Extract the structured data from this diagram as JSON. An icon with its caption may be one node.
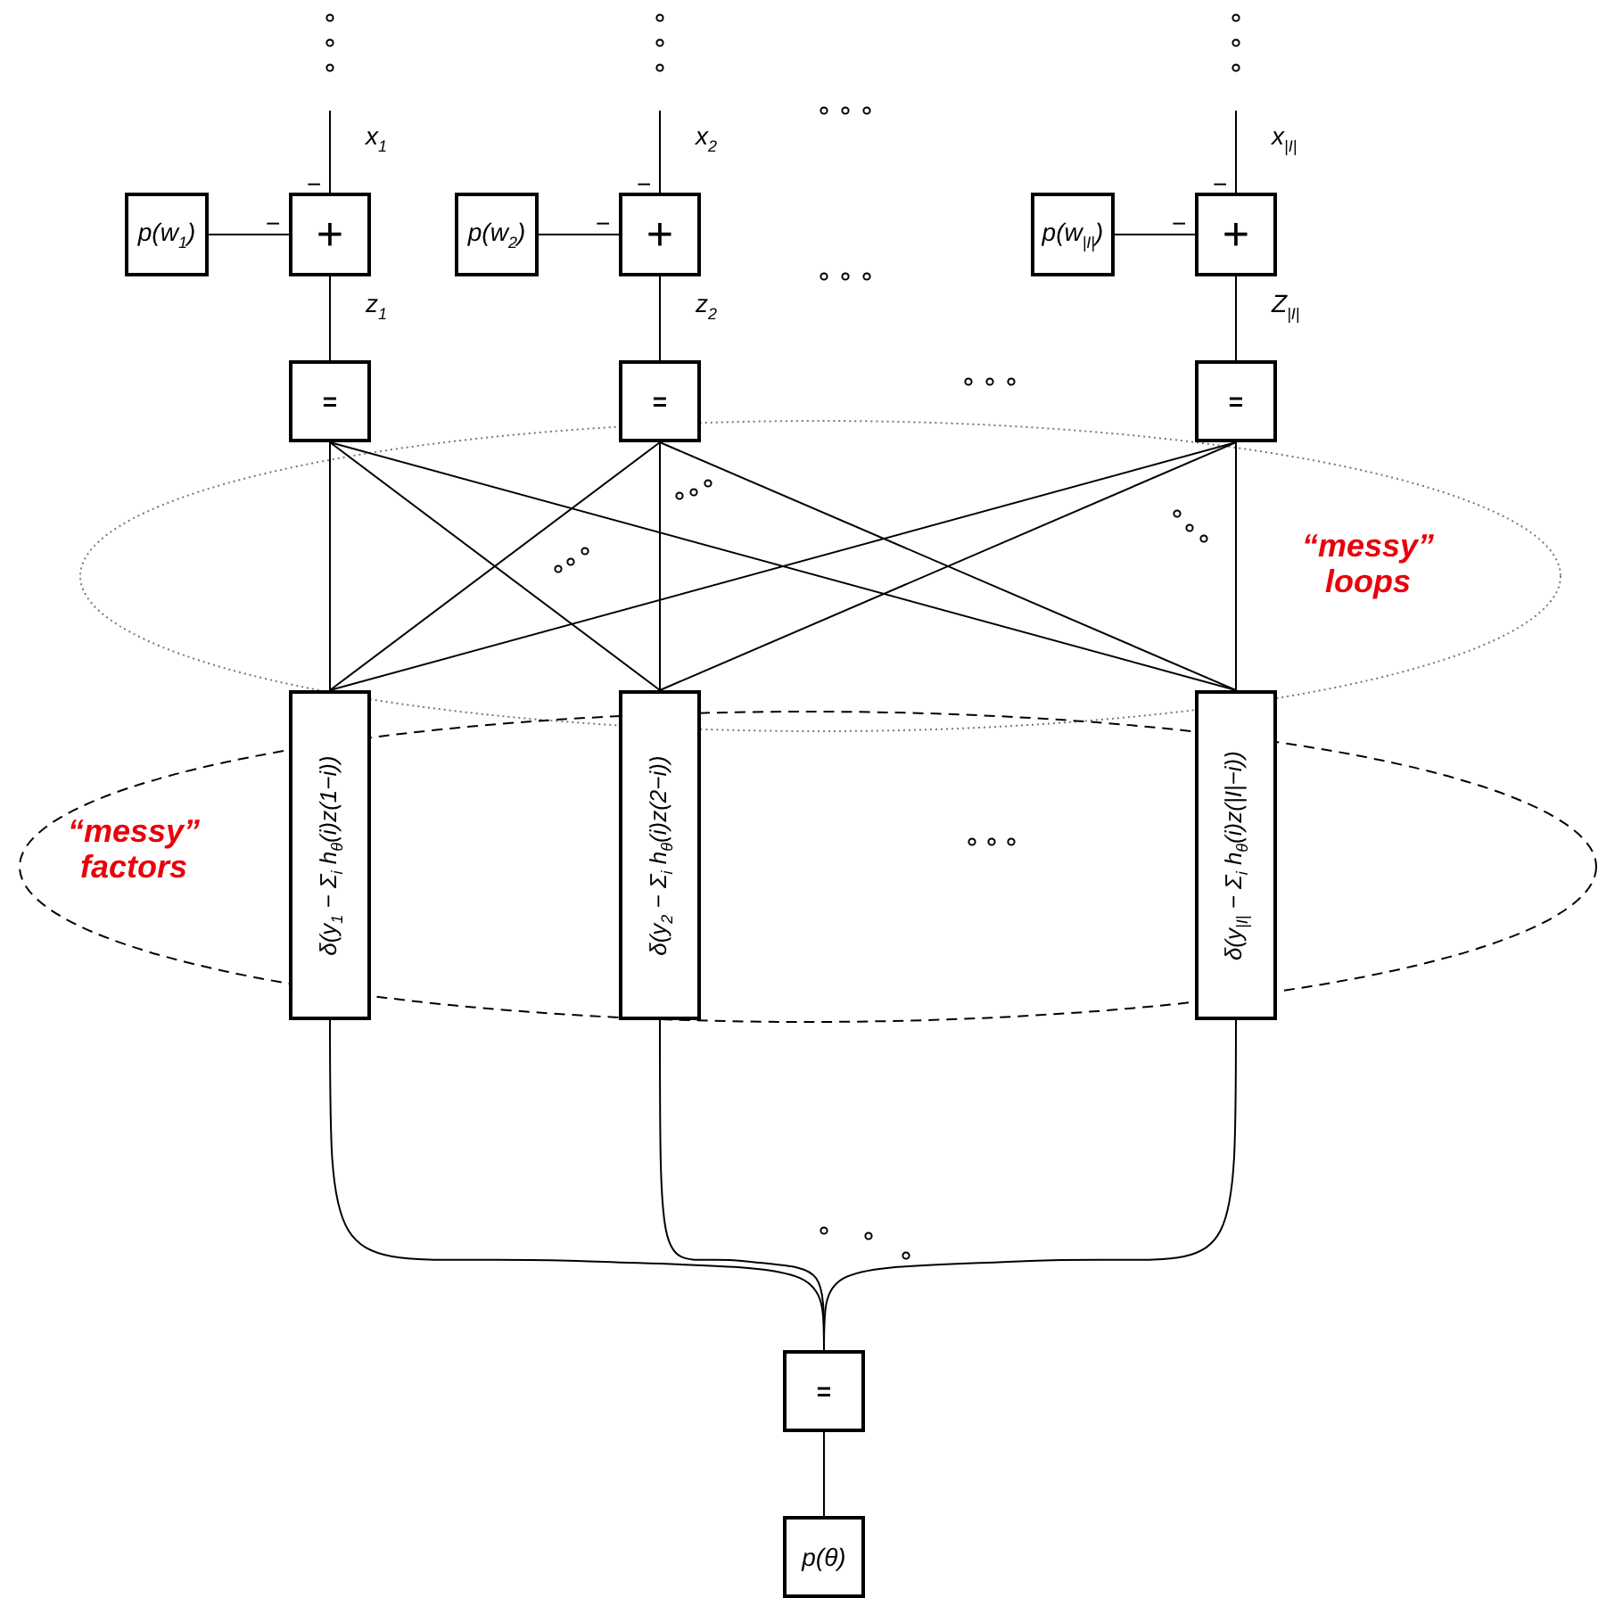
{
  "diagram": {
    "nodes": [
      {
        "text": [
          "p(w$_{1}$)"
        ]
      },
      {
        "text": [
          "+"
        ]
      },
      {
        "text": [
          "p(w$_{2}$)"
        ]
      },
      {
        "text": [
          "+"
        ]
      },
      {
        "text": [
          "p(w$_{|I|}$)"
        ]
      },
      {
        "text": [
          "+"
        ]
      },
      {
        "text": [
          "="
        ]
      },
      {
        "text": [
          "="
        ]
      },
      {
        "text": [
          "="
        ]
      },
      {
        "text": [
          "δ(y$_{1}$ − Σ$_{i}$ h$_{θ}$(i)z(1−i))"
        ]
      },
      {
        "text": [
          "δ(y$_{2}$ − Σ$_{i}$ h$_{θ}$(i)z(2−i))"
        ]
      },
      {
        "text": [
          "δ(y$_{|I|}$ − Σ$_{i}$ h$_{θ}$(i)z(|I|−i))"
        ]
      },
      {
        "text": [
          "="
        ]
      },
      {
        "text": [
          "p(θ)"
        ]
      }
    ],
    "edges": [
      {
        "from": null,
        "to": 1,
        "arrow": "none",
        "label": "x$_{1}$"
      },
      {
        "from": 0,
        "to": 1,
        "arrow": "none"
      },
      {
        "from": 1,
        "to": 6,
        "arrow": "none",
        "label": "z$_{1}$"
      },
      {
        "from": null,
        "to": 3,
        "arrow": "none",
        "label": "x$_{2}$"
      },
      {
        "from": 2,
        "to": 3,
        "arrow": "none"
      },
      {
        "from": 3,
        "to": 7,
        "arrow": "none",
        "label": "z$_{2}$"
      },
      {
        "from": null,
        "to": 5,
        "arrow": "none",
        "label": "x$_{|I|}$"
      },
      {
        "from": 4,
        "to": 5,
        "arrow": "none"
      },
      {
        "from": 5,
        "to": 8,
        "arrow": "none",
        "label": "Z$_{|I|}$"
      },
      {
        "from": 6,
        "to": 9,
        "arrow": "none"
      },
      {
        "from": 6,
        "to": 10,
        "arrow": "none"
      },
      {
        "from": 6,
        "to": 11,
        "arrow": "none"
      },
      {
        "from": 7,
        "to": 9,
        "arrow": "none"
      },
      {
        "from": 7,
        "to": 10,
        "arrow": "none"
      },
      {
        "from": 7,
        "to": 11,
        "arrow": "none"
      },
      {
        "from": 8,
        "to": 9,
        "arrow": "none"
      },
      {
        "from": 8,
        "to": 10,
        "arrow": "none"
      },
      {
        "from": 8,
        "to": 11,
        "arrow": "none"
      },
      {
        "from": 9,
        "to": 12,
        "arrow": "none"
      },
      {
        "from": 10,
        "to": 12,
        "arrow": "none"
      },
      {
        "from": 11,
        "to": 12,
        "arrow": "none"
      },
      {
        "from": 12,
        "to": 13,
        "arrow": "none"
      }
    ],
    "labels": [
      "−",
      "−",
      "−",
      "−",
      "−",
      "−",
      "“messy” loops",
      "“messy” factors"
    ]
  }
}
